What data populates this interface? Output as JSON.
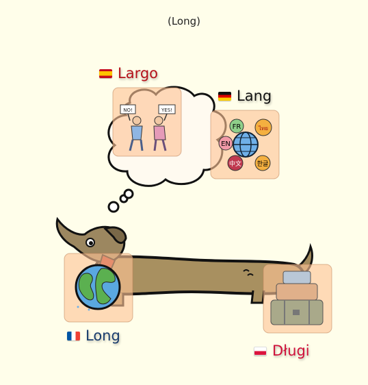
{
  "title": "(Long)",
  "labels": {
    "es": "Largo",
    "de": "Lang",
    "fr": "Long",
    "pl": "Długi"
  },
  "language_wheel": [
    "FR",
    "ไทย",
    "EN",
    "中文",
    "한글"
  ],
  "signs": [
    "NO!",
    "YES!"
  ],
  "colors": {
    "background": "#fffeea",
    "card": "#fdc496",
    "es_label": "#b5121b",
    "de_label": "#111111",
    "fr_label": "#1a3d6e",
    "pl_label": "#d0103a"
  }
}
